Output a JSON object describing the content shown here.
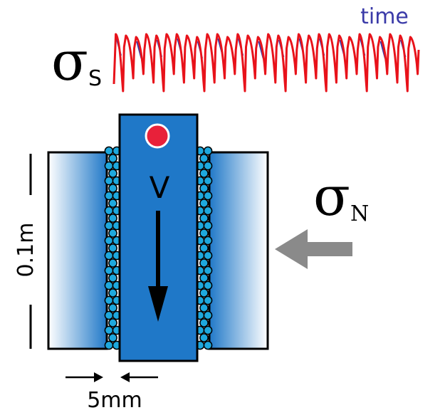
{
  "labels": {
    "time": "time",
    "sigma_s_symbol": "σ",
    "sigma_s_sub": "S",
    "sigma_n_symbol": "σ",
    "sigma_n_sub": "N",
    "velocity": "V",
    "height": "0.1m",
    "gap": "5mm"
  },
  "colors": {
    "signal_red": "#e8121a",
    "signal_blue": "#3a3aa8",
    "block_blue": "#1f78c8",
    "side_gradient_light": "#ffffff",
    "side_gradient_dark": "#1f78c8",
    "grain_fill": "#1ea8dd",
    "dot_red": "#e8213a",
    "arrow_gray": "#8a8a8a",
    "outline": "#000000"
  },
  "signal": {
    "cycles": 30,
    "description_free": true
  }
}
